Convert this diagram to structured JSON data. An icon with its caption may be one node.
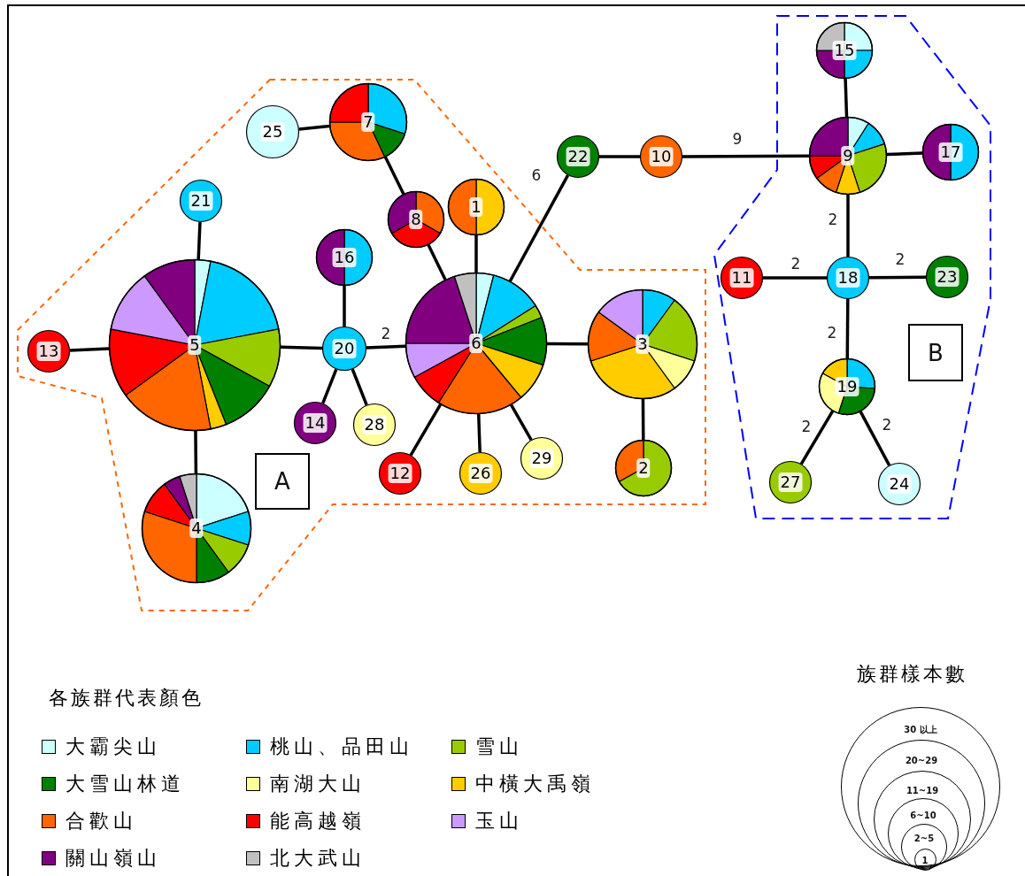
{
  "diagram": {
    "nodes": [
      {
        "text": [],
        "shape": "polygon"
      },
      {
        "text": [
          "25"
        ],
        "in": 0
      },
      {
        "text": [
          "7"
        ],
        "in": 0
      },
      {
        "text": [
          "21"
        ],
        "in": 0
      },
      {
        "text": [
          "8"
        ],
        "in": 0
      },
      {
        "text": [
          "1"
        ],
        "in": 0
      },
      {
        "text": [
          "16"
        ],
        "in": 0
      },
      {
        "text": [
          "13"
        ],
        "in": 0
      },
      {
        "text": [
          "5"
        ],
        "in": 0
      },
      {
        "text": [
          "20"
        ],
        "in": 0
      },
      {
        "text": [
          "6"
        ],
        "in": 0
      },
      {
        "text": [
          "3"
        ],
        "in": 0
      },
      {
        "text": [
          "14"
        ],
        "in": 0
      },
      {
        "text": [
          "28"
        ],
        "in": 0
      },
      {
        "text": [
          "29"
        ],
        "in": 0
      },
      {
        "text": [
          "A"
        ],
        "in": 0
      },
      {
        "text": [
          "12"
        ],
        "in": 0
      },
      {
        "text": [
          "26"
        ],
        "in": 0
      },
      {
        "text": [
          "2"
        ],
        "in": 0
      },
      {
        "text": [
          "4"
        ],
        "in": 0
      },
      {
        "text": [
          "22"
        ]
      },
      {
        "text": [
          "10"
        ]
      },
      {
        "text": [],
        "shape": "polygon"
      },
      {
        "text": [
          "15"
        ],
        "in": 22
      },
      {
        "text": [
          "9"
        ],
        "in": 22
      },
      {
        "text": [
          "17"
        ],
        "in": 22
      },
      {
        "text": [
          "11"
        ],
        "in": 22
      },
      {
        "text": [
          "18"
        ],
        "in": 22
      },
      {
        "text": [
          "23"
        ],
        "in": 22
      },
      {
        "text": [
          "B"
        ],
        "in": 22
      },
      {
        "text": [
          "19"
        ],
        "in": 22
      },
      {
        "text": [
          "27"
        ],
        "in": 22
      },
      {
        "text": [
          "24"
        ],
        "in": 22
      },
      {
        "text": [
          "30 以上"
        ]
      },
      {
        "text": [
          "20~29"
        ],
        "in": 33
      },
      {
        "text": [
          "11~19"
        ],
        "in": 34
      },
      {
        "text": [
          "6~10"
        ],
        "in": 35
      },
      {
        "text": [
          "2~5"
        ],
        "in": 36
      },
      {
        "text": [
          "1"
        ],
        "in": 37
      }
    ],
    "edges": [
      {
        "from": 1,
        "to": 2,
        "arrow": "none"
      },
      {
        "from": 2,
        "to": 4,
        "arrow": "none"
      },
      {
        "from": 4,
        "to": 10,
        "arrow": "none"
      },
      {
        "from": 5,
        "to": 10,
        "arrow": "none"
      },
      {
        "from": 3,
        "to": 8,
        "arrow": "none"
      },
      {
        "from": 7,
        "to": 8,
        "arrow": "none"
      },
      {
        "from": 8,
        "to": 9,
        "arrow": "none"
      },
      {
        "from": 8,
        "to": 19,
        "arrow": "none"
      },
      {
        "from": 6,
        "to": 9,
        "arrow": "none"
      },
      {
        "from": 9,
        "to": 10,
        "arrow": "none",
        "label": "2"
      },
      {
        "from": 9,
        "to": 12,
        "arrow": "none"
      },
      {
        "from": 9,
        "to": 13,
        "arrow": "none"
      },
      {
        "from": 10,
        "to": 11,
        "arrow": "none"
      },
      {
        "from": 10,
        "to": 16,
        "arrow": "none"
      },
      {
        "from": 10,
        "to": 17,
        "arrow": "none"
      },
      {
        "from": 10,
        "to": 14,
        "arrow": "none"
      },
      {
        "from": 11,
        "to": 18,
        "arrow": "none"
      },
      {
        "from": 10,
        "to": 20,
        "arrow": "none",
        "label": "6"
      },
      {
        "from": 20,
        "to": 21,
        "arrow": "none"
      },
      {
        "from": 21,
        "to": 24,
        "arrow": "none",
        "label": "9"
      },
      {
        "from": 23,
        "to": 24,
        "arrow": "none"
      },
      {
        "from": 24,
        "to": 25,
        "arrow": "none"
      },
      {
        "from": 24,
        "to": 27,
        "arrow": "none",
        "label": "2"
      },
      {
        "from": 26,
        "to": 27,
        "arrow": "none",
        "label": "2"
      },
      {
        "from": 27,
        "to": 28,
        "arrow": "none",
        "label": "2"
      },
      {
        "from": 27,
        "to": 30,
        "arrow": "none",
        "label": "2"
      },
      {
        "from": 30,
        "to": 31,
        "arrow": "none",
        "label": "2"
      },
      {
        "from": 30,
        "to": 32,
        "arrow": "none",
        "label": "2"
      }
    ],
    "labels": [
      "各族群代表顏色",
      "族群樣本數"
    ],
    "legend": [
      {
        "text": "大霸尖山",
        "color": "#ccffff"
      },
      {
        "text": "桃山、品田山",
        "color": "#00ccff"
      },
      {
        "text": "雪山",
        "color": "#99cc00"
      },
      {
        "text": "大雪山林道",
        "color": "#008000"
      },
      {
        "text": "南湖大山",
        "color": "#ffff99"
      },
      {
        "text": "中橫大禹嶺",
        "color": "#ffcc00"
      },
      {
        "text": "合歡山",
        "color": "#ff6600"
      },
      {
        "text": "能高越嶺",
        "color": "#ff0000"
      },
      {
        "text": "玉山",
        "color": "#cc99ff"
      },
      {
        "text": "關山嶺山",
        "color": "#800080"
      },
      {
        "text": "北大武山",
        "color": "#c0c0c0"
      }
    ]
  }
}
